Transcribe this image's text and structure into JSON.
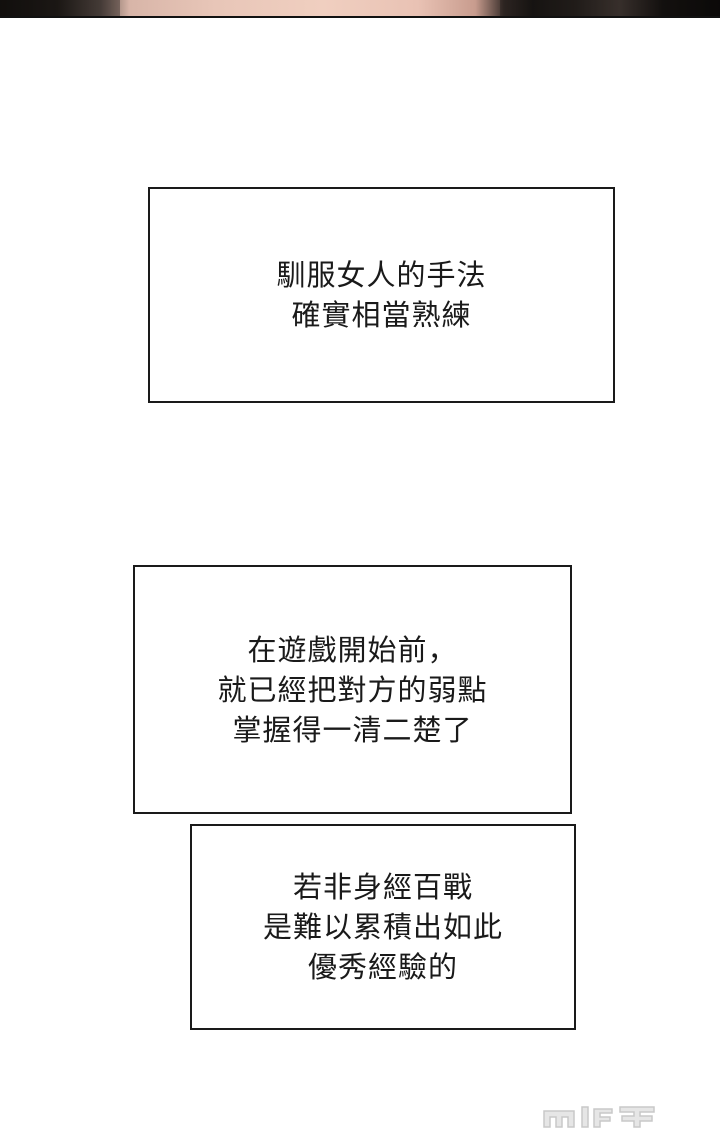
{
  "top_art": {
    "description_icon": "comic-panel-top-edge"
  },
  "caption_boxes": [
    {
      "lines": [
        "馴服女人的手法",
        "確實相當熟練"
      ]
    },
    {
      "lines": [
        "在遊戲開始前，",
        "就已經把對方的弱點",
        "掌握得一清二楚了"
      ]
    },
    {
      "lines": [
        "若非身經百戰",
        "是難以累積出如此",
        "優秀經驗的"
      ]
    }
  ],
  "watermark": {
    "icon": "site-watermark-logo"
  },
  "colors": {
    "background": "#ffffff",
    "border": "#1a1a1a",
    "text": "#1a1a1a"
  }
}
